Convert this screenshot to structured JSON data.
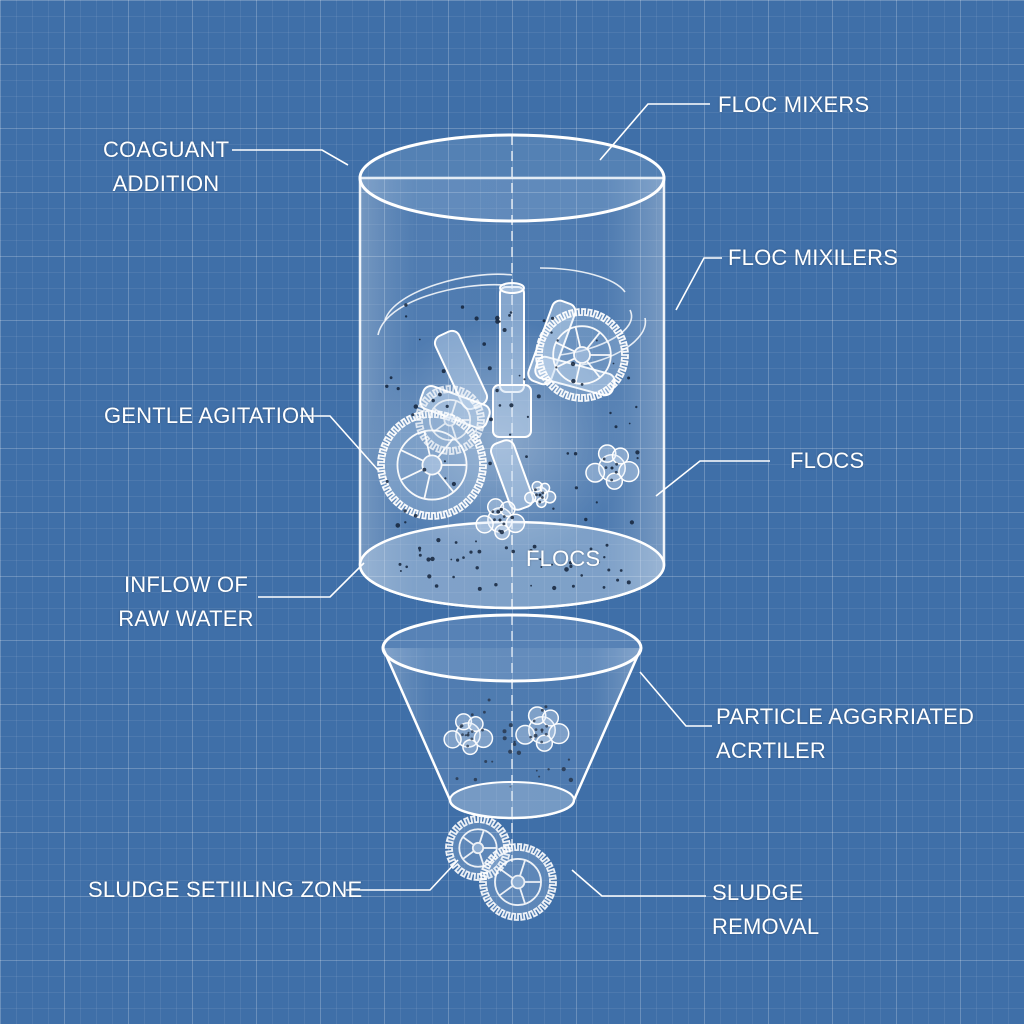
{
  "diagram": {
    "labels": {
      "coagulant_addition": {
        "line1": "COAGUANT",
        "line2": "ADDITION"
      },
      "floc_mixers": "FLOC MIXERS",
      "floc_mixilers": "FLOC MIXILERS",
      "gentle_agitation": "GENTLE AGITATION",
      "flocs_right": "FLOCS",
      "flocs_center": "FLOCS",
      "inflow_raw_water": {
        "line1": "INFLOW OF",
        "line2": "RAW WATER"
      },
      "particle_aggregated": {
        "line1": "PARTICLE AGGRRIATED",
        "line2": "ACRTILER"
      },
      "sludge_settling_zone": "SLUDGE SETIILING ZONE",
      "sludge_removal": {
        "line1": "SLUDGE",
        "line2": "REMOVAL"
      }
    },
    "colors": {
      "background": "#3f6fa8",
      "line": "#ffffff",
      "glass_fill": "#a9c6e6"
    },
    "icons": [
      "mixer-shaft-icon",
      "gear-icon",
      "floc-cluster-icon",
      "particle-icon"
    ]
  }
}
